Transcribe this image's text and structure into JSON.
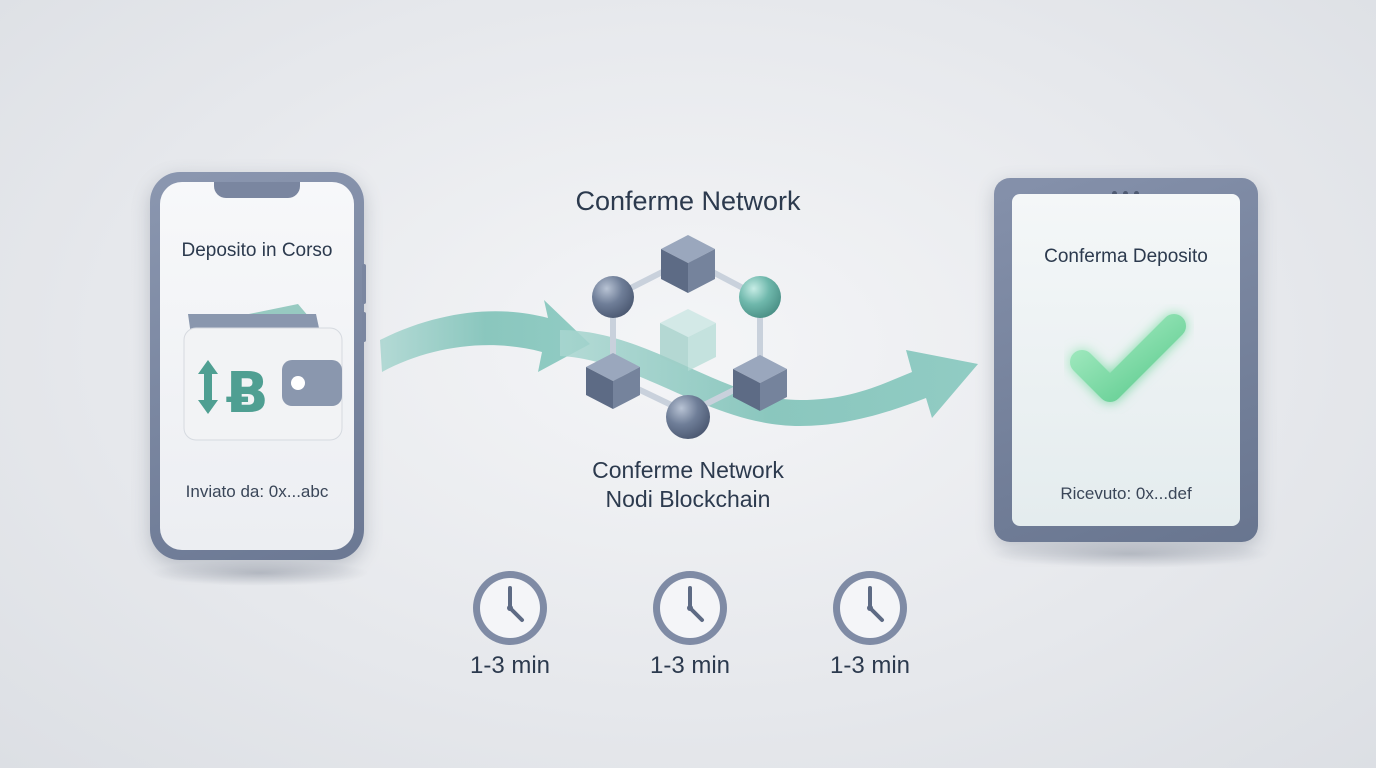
{
  "sender": {
    "title": "Deposito in Corso",
    "footer": "Inviato da: 0x...abc",
    "coin_glyph": "Ƀ"
  },
  "network": {
    "title": "Conferme Network",
    "subtitle_line1": "Conferme Network",
    "subtitle_line2": "Nodi Blockchain"
  },
  "receiver": {
    "title": "Conferma Deposito",
    "footer": "Ricevuto: 0x...def"
  },
  "timers": [
    {
      "label": "1-3 min"
    },
    {
      "label": "1-3 min"
    },
    {
      "label": "1-3 min"
    }
  ],
  "icons": {
    "wallet": "wallet-icon",
    "transfer": "up-down-arrows-icon",
    "bitcoin": "bitcoin-icon",
    "check": "checkmark-icon",
    "clock": "clock-icon"
  },
  "colors": {
    "teal": "#5fae9f",
    "device_frame": "#7a86a0",
    "check_green": "#6fcf97",
    "node_dark": "#6a7891"
  }
}
